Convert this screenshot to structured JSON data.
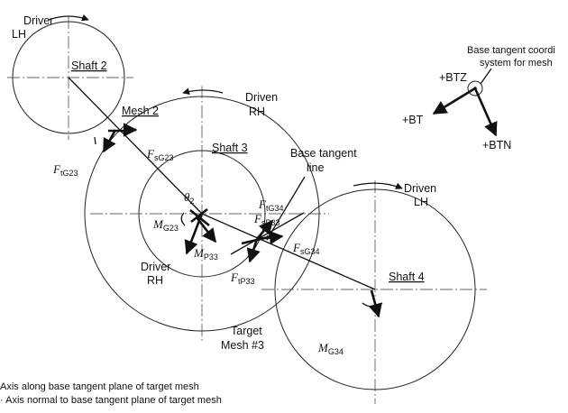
{
  "labels": {
    "driver_lh": [
      "Driver",
      "LH"
    ],
    "shaft2": "Shaft 2",
    "mesh2": "Mesh 2",
    "driven_rh": [
      "Driven",
      "RH"
    ],
    "shaft3": "Shaft 3",
    "base_tangent_line": [
      "Base tangent",
      "line"
    ],
    "driven_lh": [
      "Driven",
      "LH"
    ],
    "shaft4": "Shaft 4",
    "driver_rh": [
      "Driver",
      "RH"
    ],
    "target_mesh": [
      "Target",
      "Mesh #3"
    ],
    "coord_caption": [
      "Base tangent coordi",
      "system for mesh"
    ],
    "btz": "+BTZ",
    "bt": "+BT",
    "btn": "+BTN",
    "theta": "θ",
    "theta_sub": "2"
  },
  "symbols": {
    "fsg23": {
      "main": "F",
      "sub": "sG23"
    },
    "ftg23": {
      "main": "F",
      "sub": "tG23"
    },
    "ftg34": {
      "main": "F",
      "sub": "tG34"
    },
    "fsp33": {
      "main": "F",
      "sub": "sP33"
    },
    "fsg34": {
      "main": "F",
      "sub": "sG34"
    },
    "ftp33": {
      "main": "F",
      "sub": "tP33"
    },
    "mg23": {
      "main": "M",
      "sub": "G23"
    },
    "mp33": {
      "main": "M",
      "sub": "P33"
    },
    "mg34": {
      "main": "M",
      "sub": "G34"
    }
  },
  "legend": [
    "Axis along base tangent plane of target mesh",
    "· Axis normal to base tangent plane of target mesh"
  ],
  "colors": {
    "ink": "#111111",
    "background": "#ffffff"
  }
}
